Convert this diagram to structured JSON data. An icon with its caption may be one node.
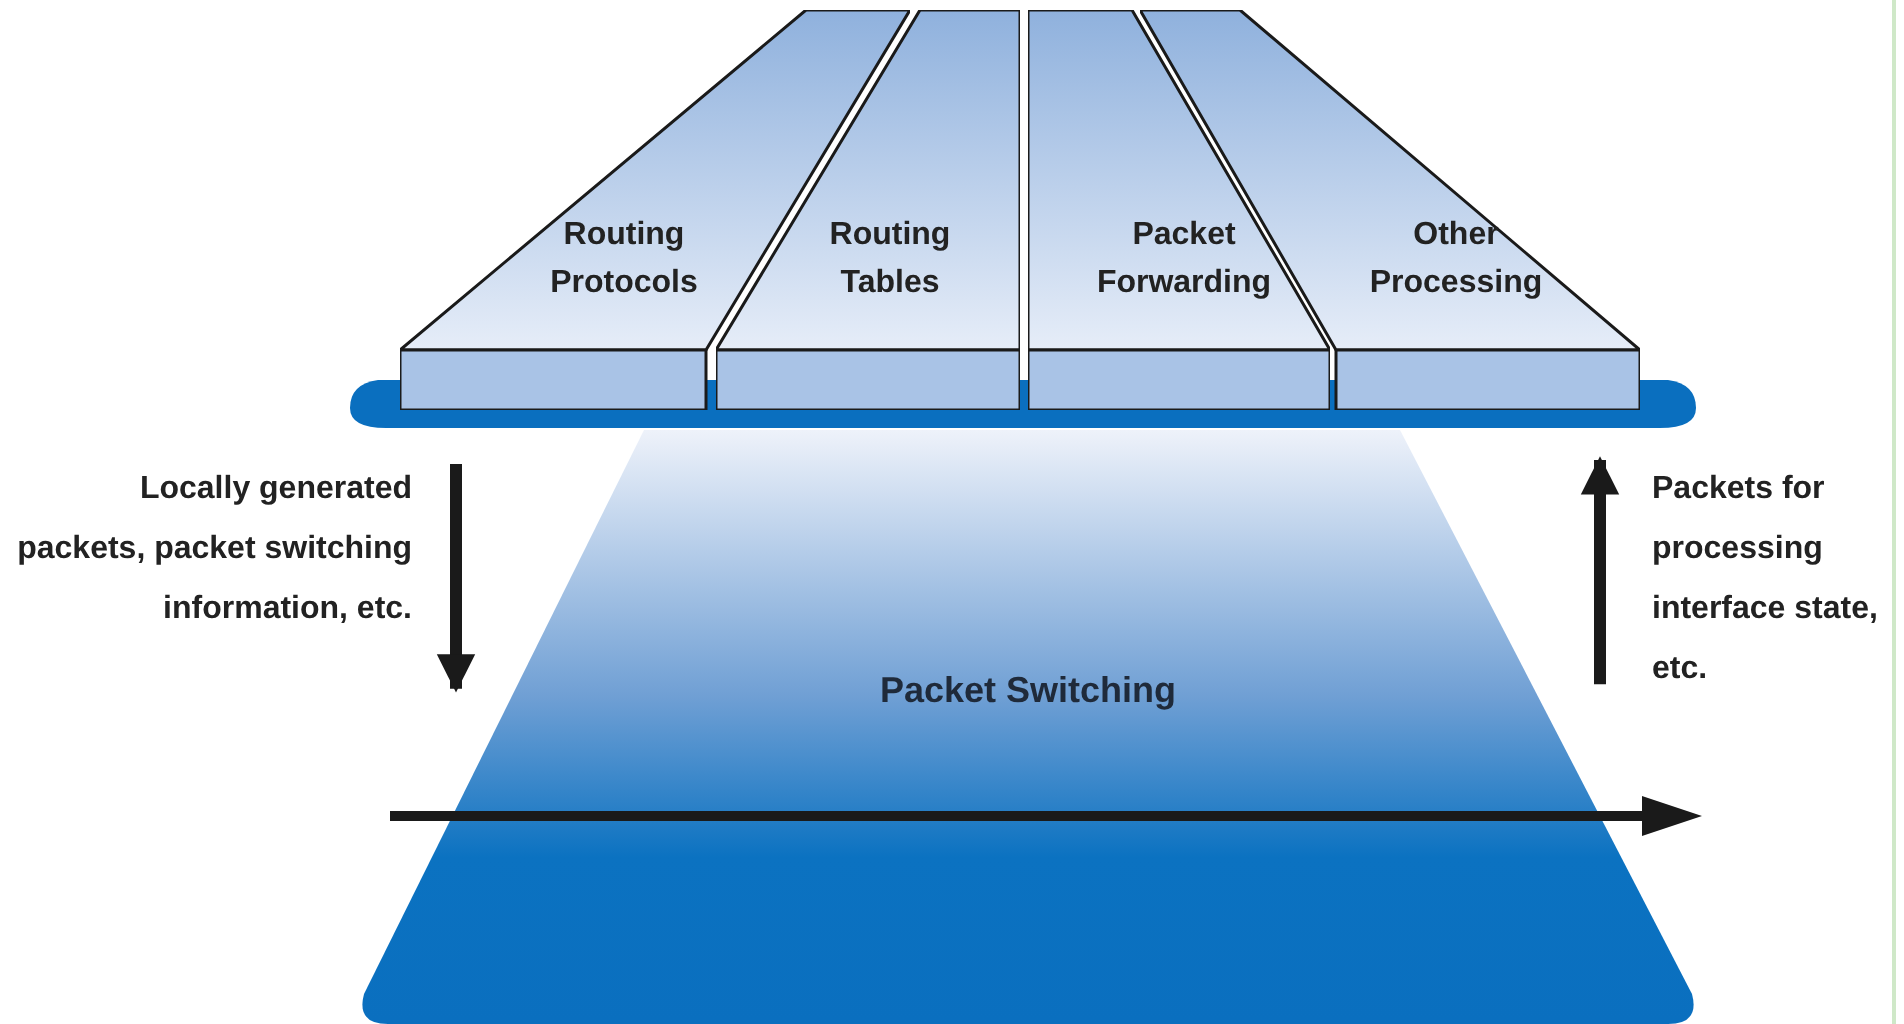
{
  "diagram": {
    "nodes": [
      {
        "text": [],
        "shape": "box"
      },
      {
        "text": [
          "Routing Protocols"
        ]
      },
      {
        "text": [
          "Routing Tables"
        ]
      },
      {
        "text": [
          "Packet Forwarding"
        ]
      },
      {
        "text": [
          "Other Processing"
        ]
      },
      {
        "text": [
          "Packet Switching"
        ]
      }
    ],
    "edges": [
      {
        "from": 0,
        "to": 5,
        "arrow": "to"
      },
      {
        "from": 5,
        "to": 0,
        "arrow": "to"
      }
    ],
    "labels": [
      "Locally generated packets, packet switching information, etc.",
      "Packets for processing interface state, etc."
    ]
  }
}
